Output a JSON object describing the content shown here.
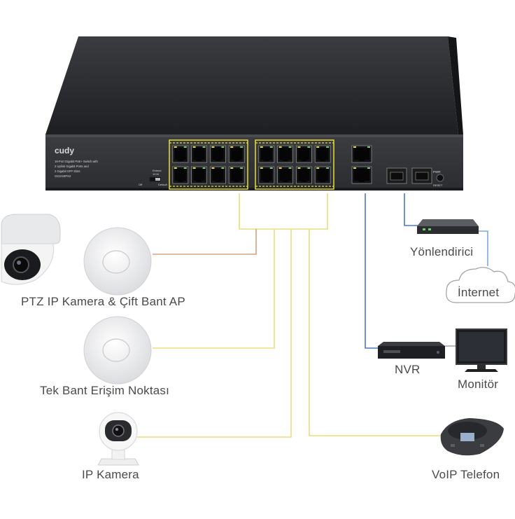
{
  "switch": {
    "brand": "cudy",
    "desc_line1": "16-Port Gigabit PoE+ Switch with",
    "desc_line2": "2 Uplink Gigabit Ports and",
    "desc_line3": "2 Gigabit SFP Slots",
    "model": "GS1018PS2",
    "mode_label": "Extend",
    "mode_sub": "10 M",
    "off_label": "Off",
    "on_label": "Default",
    "reset_label": "RESET",
    "pwr_label": "PWR"
  },
  "devices": {
    "ptz_ap_label": "PTZ IP Kamera & Çift Bant AP",
    "single_ap_label": "Tek Bant Erişim Noktası",
    "ip_camera_label": "IP Kamera",
    "router_label": "Yönlendirici",
    "internet_label": "İnternet",
    "nvr_label": "NVR",
    "monitor_label": "Monitör",
    "voip_label": "VoIP Telefon"
  },
  "colors": {
    "poe_cable": "#e8df7a",
    "ptz_cable": "#d9a27c",
    "uplink_cable": "#4a78c8",
    "switch_body": "#2b2d30",
    "port_highlight": "#e8dc3a"
  }
}
